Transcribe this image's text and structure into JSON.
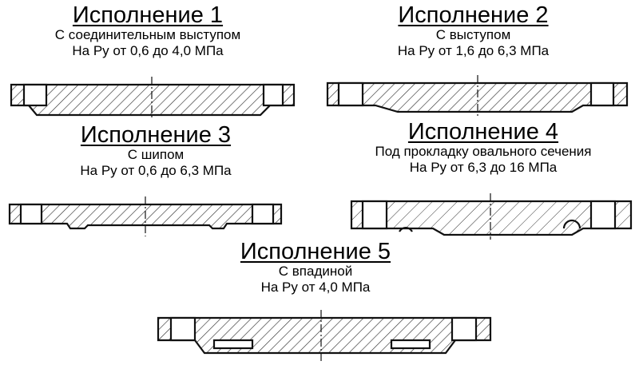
{
  "variants": [
    {
      "title": "Исполнение 1",
      "subtitle": "С соединительным выступом",
      "pressure": "На Ру от 0,6 до 4,0 МПа"
    },
    {
      "title": "Исполнение 2",
      "subtitle": "С выступом",
      "pressure": "На Ру от 1,6 до 6,3 МПа"
    },
    {
      "title": "Исполнение 3",
      "subtitle": "С шипом",
      "pressure": "На Ру от 0,6 до 6,3 МПа"
    },
    {
      "title": "Исполнение 4",
      "subtitle": "Под прокладку овального сечения",
      "pressure": "На Ру от 6,3 до 16 МПа"
    },
    {
      "title": "Исполнение 5",
      "subtitle": "С впадиной",
      "pressure": "На Ру от 4,0 МПа"
    }
  ],
  "colors": {
    "ink": "#111111",
    "hatch": "#333333"
  }
}
